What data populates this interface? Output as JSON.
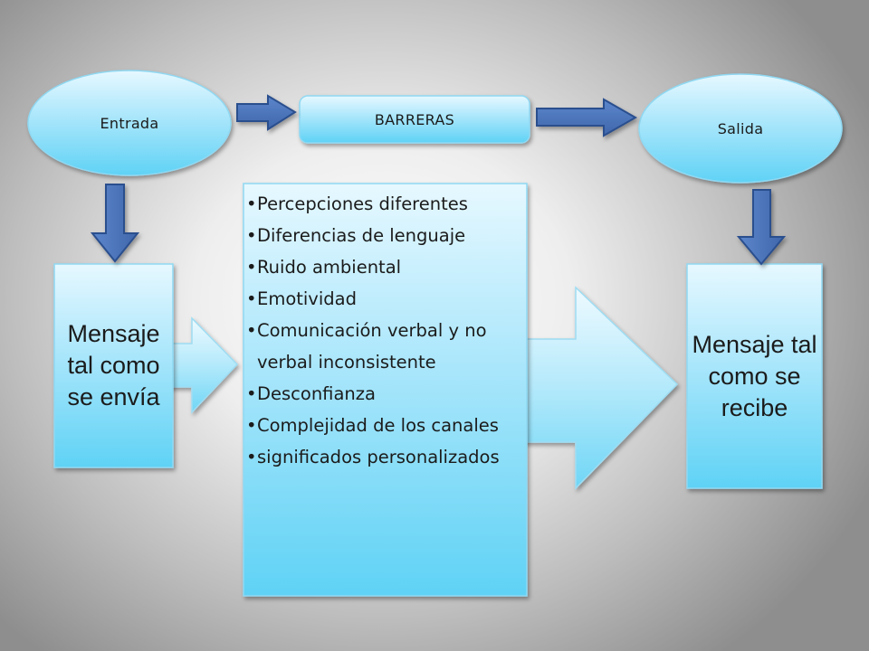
{
  "nodes": {
    "entrada": "Entrada",
    "barreras": "BARRERAS",
    "salida": "Salida",
    "mensaje_envia": "Mensaje tal como se envía",
    "mensaje_recibe": "Mensaje tal como se recibe"
  },
  "barriers": [
    "Percepciones diferentes",
    " Diferencias de lenguaje",
    "Ruido ambiental",
    "Emotividad",
    "Comunicación verbal y no verbal inconsistente",
    "Desconfianza",
    "Complejidad de los canales",
    " significados personalizados"
  ],
  "colors": {
    "shape_fill_top": "#e6f8ff",
    "shape_fill_bottom": "#5fd2f5",
    "shape_stroke": "#8fd8f2",
    "arrow_fill": "#4a72b8",
    "arrow_stroke": "#2c4f8e",
    "text": "#1b1b1b"
  }
}
